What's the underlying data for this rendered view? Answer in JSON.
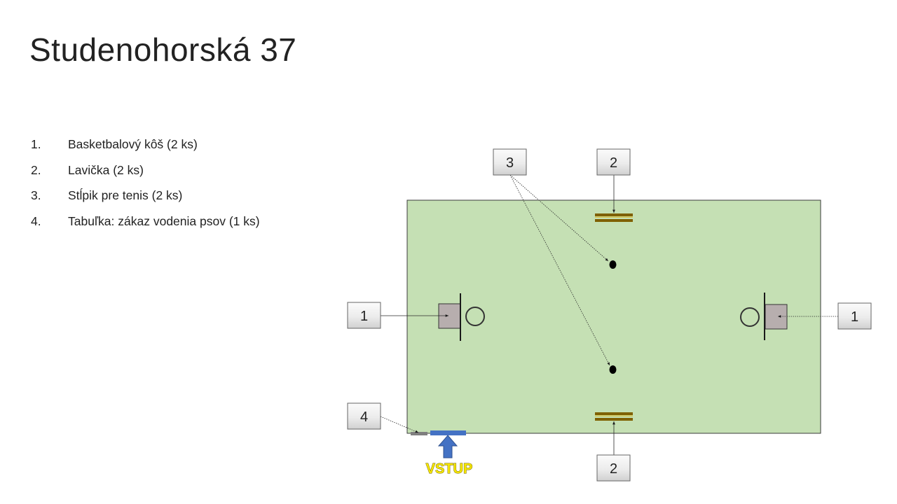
{
  "title": "Studenohorská 37",
  "legend": [
    {
      "num": "1.",
      "text": "Basketbalový  kôš (2 ks)"
    },
    {
      "num": "2.",
      "text": "Lavička (2 ks)"
    },
    {
      "num": "3.",
      "text": "Stĺpik pre tenis (2 ks)"
    },
    {
      "num": "4.",
      "text": "Tabuľka: zákaz vodenia psov (1 ks)"
    }
  ],
  "callouts": {
    "hoop_left": "1",
    "hoop_right": "1",
    "bench_top": "2",
    "bench_bottom": "2",
    "tennis_posts": "3",
    "sign": "4"
  },
  "entrance_label": "VSTUP",
  "colors": {
    "field": "#c5e0b4",
    "bench": "#7f6000",
    "backboard": "#b7aeae",
    "entrance": "#4472c4",
    "entrance_text": "#f5e600",
    "sign": "#7f7f7f"
  }
}
